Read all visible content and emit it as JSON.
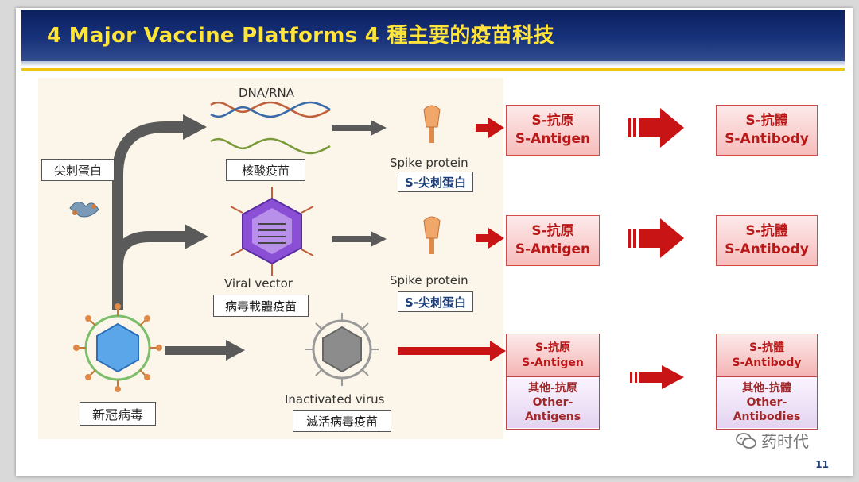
{
  "header": {
    "title": "4 Major Vaccine Platforms  4 種主要的疫苗科技"
  },
  "diagram": {
    "spike_label": "尖刺蛋白",
    "covid_label": "新冠病毒",
    "dna_rna_label": "DNA/RNA",
    "nucleic_label": "核酸疫苗",
    "viral_vector_label": "Viral vector",
    "viral_vector_cn": "病毒載體疫苗",
    "inactivated_label": "Inactivated virus",
    "inactivated_cn": "滅活病毒疫苗",
    "spike_protein_1": "Spike protein",
    "spike_protein_1_cn": "S-尖刺蛋白",
    "spike_protein_2": "Spike protein",
    "spike_protein_2_cn": "S-尖刺蛋白"
  },
  "rows": [
    {
      "antigen_cn": "S-抗原",
      "antigen_en": "S-Antigen",
      "antibody_cn": "S-抗體",
      "antibody_en": "S-Antibody"
    },
    {
      "antigen_cn": "S-抗原",
      "antigen_en": "S-Antigen",
      "antibody_cn": "S-抗體",
      "antibody_en": "S-Antibody"
    },
    {
      "antigen_cn": "S-抗原",
      "antigen_en": "S-Antigen",
      "antibody_cn": "S-抗體",
      "antibody_en": "S-Antibody",
      "other_antigen_cn": "其他-抗原",
      "other_antigen_en1": "Other-",
      "other_antigen_en2": "Antigens",
      "other_antibody_cn": "其他-抗體",
      "other_antibody_en1": "Other-",
      "other_antibody_en2": "Antibodies"
    }
  ],
  "footer": {
    "page_number": "11",
    "watermark": "药时代"
  },
  "colors": {
    "title_bg": "#17327a",
    "title_text": "#ffe43a",
    "arrow_red": "#c81414",
    "arrow_gray": "#555555",
    "box_text": "#b81818"
  }
}
